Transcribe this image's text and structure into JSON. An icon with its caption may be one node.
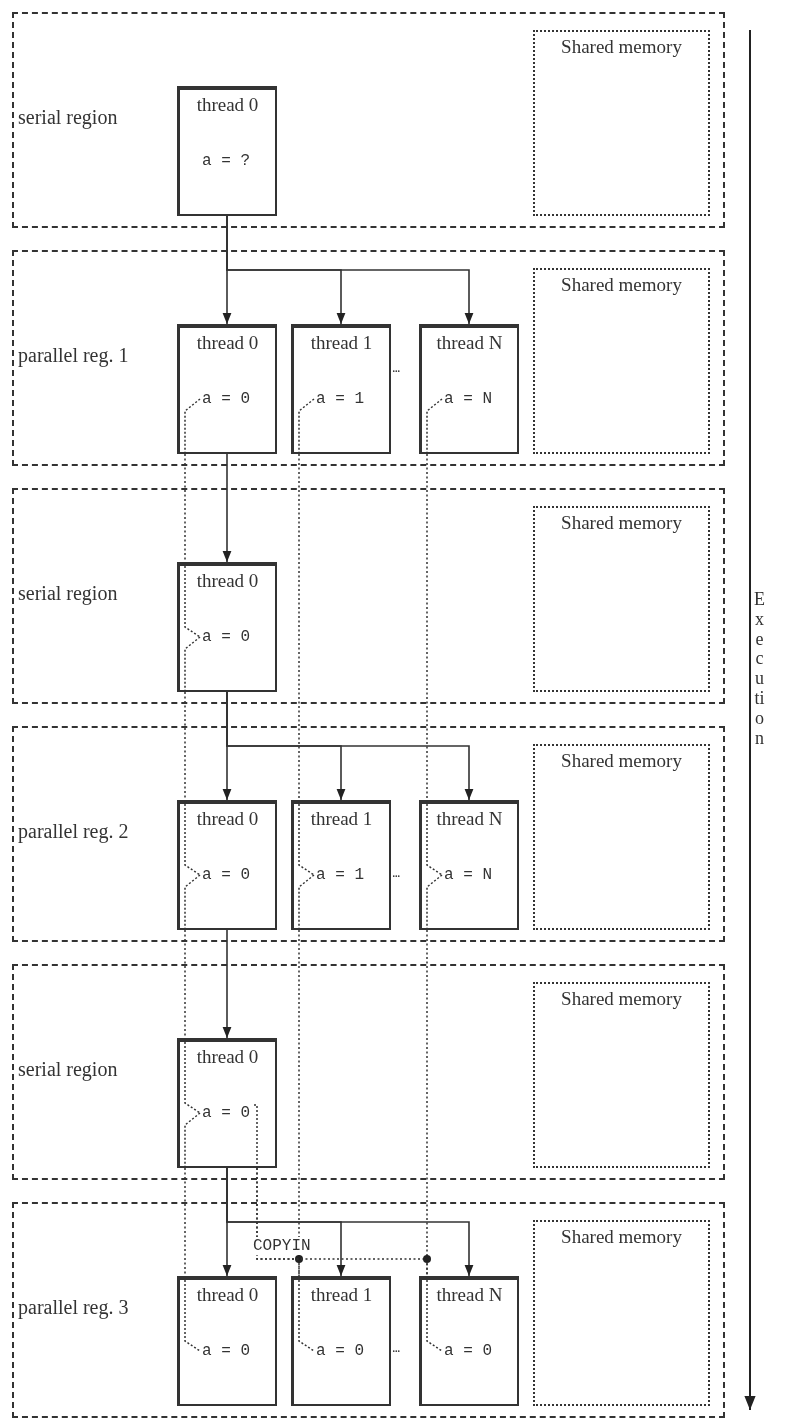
{
  "diagram": {
    "nodes": [
      {
        "text": [
          "serial region"
        ]
      },
      {
        "text": [
          "Shared memory"
        ],
        "in": 0
      },
      {
        "text": [
          "thread 0",
          "a = ?"
        ],
        "in": 0
      },
      {
        "text": [
          "parallel reg. 1"
        ]
      },
      {
        "text": [
          "Shared memory"
        ],
        "in": 3
      },
      {
        "text": [
          "thread 0",
          "a = 0"
        ],
        "in": 3
      },
      {
        "text": [
          "thread 1",
          "a = 1"
        ],
        "in": 3
      },
      {
        "text": [
          "thread N",
          "a = N"
        ],
        "in": 3
      },
      {
        "text": [
          "serial region"
        ]
      },
      {
        "text": [
          "Shared memory"
        ],
        "in": 8
      },
      {
        "text": [
          "thread 0",
          "a = 0"
        ],
        "in": 8
      },
      {
        "text": [
          "parallel reg. 2"
        ]
      },
      {
        "text": [
          "Shared memory"
        ],
        "in": 11
      },
      {
        "text": [
          "thread 0",
          "a = 0"
        ],
        "in": 11
      },
      {
        "text": [
          "thread 1",
          "a = 1"
        ],
        "in": 11
      },
      {
        "text": [
          "thread N",
          "a = N"
        ],
        "in": 11
      },
      {
        "text": [
          "serial region"
        ]
      },
      {
        "text": [
          "Shared memory"
        ],
        "in": 16
      },
      {
        "text": [
          "thread 0",
          "a = 0"
        ],
        "in": 16
      },
      {
        "text": [
          "parallel reg. 3"
        ]
      },
      {
        "text": [
          "Shared memory"
        ],
        "in": 19
      },
      {
        "text": [
          "thread 0",
          "a = 0"
        ],
        "in": 19
      },
      {
        "text": [
          "thread 1",
          "a = 0"
        ],
        "in": 19
      },
      {
        "text": [
          "thread N",
          "a = 0"
        ],
        "in": 19
      }
    ],
    "edges": [
      {
        "from": 2,
        "to": 5,
        "arrow": "to"
      },
      {
        "from": 2,
        "to": 6,
        "arrow": "to"
      },
      {
        "from": 2,
        "to": 7,
        "arrow": "to"
      },
      {
        "from": 5,
        "to": 10,
        "arrow": "to"
      },
      {
        "from": 10,
        "to": 13,
        "arrow": "to"
      },
      {
        "from": 10,
        "to": 14,
        "arrow": "to"
      },
      {
        "from": 10,
        "to": 15,
        "arrow": "to"
      },
      {
        "from": 13,
        "to": 18,
        "arrow": "to"
      },
      {
        "from": 18,
        "to": 21,
        "arrow": "to"
      },
      {
        "from": 18,
        "to": 22,
        "arrow": "to"
      },
      {
        "from": 18,
        "to": 23,
        "arrow": "to"
      },
      {
        "from": 5,
        "to": 10,
        "arrow": "none",
        "style": "dashed"
      },
      {
        "from": 10,
        "to": 13,
        "arrow": "none",
        "style": "dashed"
      },
      {
        "from": 13,
        "to": 18,
        "arrow": "none",
        "style": "dashed"
      },
      {
        "from": 18,
        "to": 21,
        "arrow": "none",
        "style": "dashed"
      },
      {
        "from": 6,
        "to": 14,
        "arrow": "none",
        "style": "dashed"
      },
      {
        "from": 14,
        "to": 22,
        "arrow": "none",
        "style": "dashed"
      },
      {
        "from": 7,
        "to": 15,
        "arrow": "none",
        "style": "dashed"
      },
      {
        "from": 15,
        "to": 23,
        "arrow": "none",
        "style": "dashed"
      },
      {
        "from": 18,
        "to": 22,
        "arrow": "none",
        "style": "dashed",
        "label": "COPYIN"
      },
      {
        "from": 18,
        "to": 23,
        "arrow": "none",
        "style": "dashed"
      }
    ],
    "labels": [
      "...",
      "Execution",
      "...",
      "..."
    ]
  }
}
